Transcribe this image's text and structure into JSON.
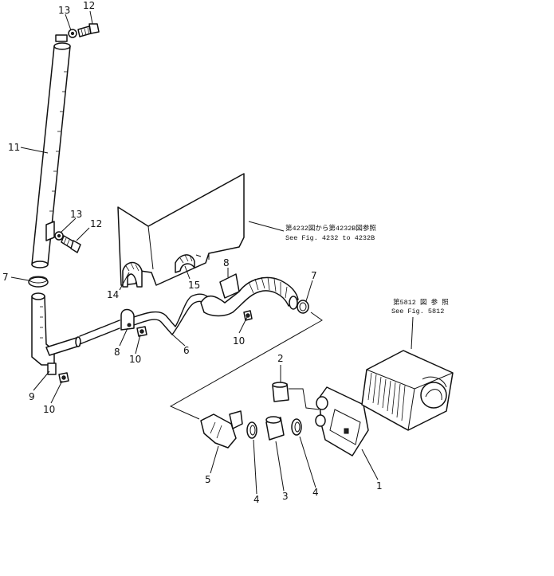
{
  "callouts": [
    {
      "id": "c13a",
      "text": "13"
    },
    {
      "id": "c12a",
      "text": "12"
    },
    {
      "id": "c11",
      "text": "11"
    },
    {
      "id": "c13b",
      "text": "13"
    },
    {
      "id": "c12b",
      "text": "12"
    },
    {
      "id": "c7a",
      "text": "7"
    },
    {
      "id": "c14",
      "text": "14"
    },
    {
      "id": "c15",
      "text": "15"
    },
    {
      "id": "c8a",
      "text": "8"
    },
    {
      "id": "c7b",
      "text": "7"
    },
    {
      "id": "c10a",
      "text": "10"
    },
    {
      "id": "c8b",
      "text": "8"
    },
    {
      "id": "c10b",
      "text": "10"
    },
    {
      "id": "c6",
      "text": "6"
    },
    {
      "id": "c9",
      "text": "9"
    },
    {
      "id": "c10c",
      "text": "10"
    },
    {
      "id": "c2",
      "text": "2"
    },
    {
      "id": "c5",
      "text": "5"
    },
    {
      "id": "c4a",
      "text": "4"
    },
    {
      "id": "c3",
      "text": "3"
    },
    {
      "id": "c4b",
      "text": "4"
    },
    {
      "id": "c1",
      "text": "1"
    }
  ],
  "references": {
    "cab_jp": "第4232図から第4232B図参照",
    "cab_en": "See Fig. 4232 to 4232B",
    "heater_jp": "第5812 図 参 照",
    "heater_en": "See Fig. 5812"
  }
}
